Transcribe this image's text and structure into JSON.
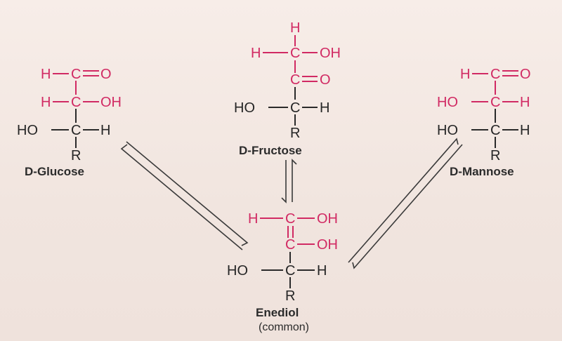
{
  "colors": {
    "highlight": "#d12a63",
    "ink": "#262626",
    "background": "#f4e9e4"
  },
  "atoms": {
    "H": "H",
    "C": "C",
    "O": "O",
    "OH": "OH",
    "HO": "HO",
    "R": "R"
  },
  "molecules": {
    "glucose": {
      "name": "D-Glucose"
    },
    "fructose": {
      "name": "D-Fructose"
    },
    "mannose": {
      "name": "D-Mannose"
    },
    "enediol": {
      "name": "Enediol",
      "note": "(common)"
    }
  }
}
